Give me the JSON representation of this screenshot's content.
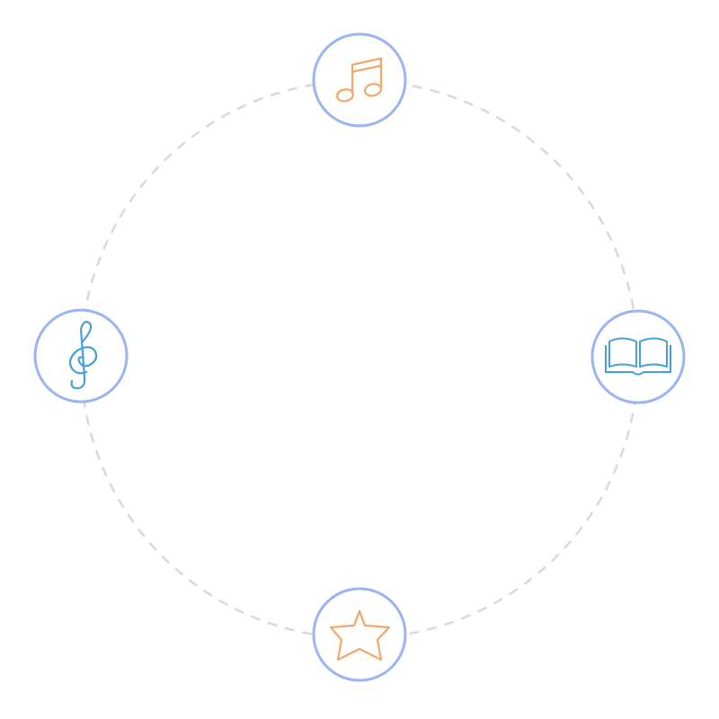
{
  "colors": {
    "ring": "#d9d9d9",
    "node_border": "#9ab4f4",
    "node_fill": "#ffffff",
    "orange": "#f2a76a",
    "blue": "#4a9fd8"
  },
  "nodes": [
    {
      "position": "top",
      "icon": "music-note-icon"
    },
    {
      "position": "right",
      "icon": "open-book-icon"
    },
    {
      "position": "bottom",
      "icon": "star-icon"
    },
    {
      "position": "left",
      "icon": "treble-clef-icon"
    }
  ]
}
